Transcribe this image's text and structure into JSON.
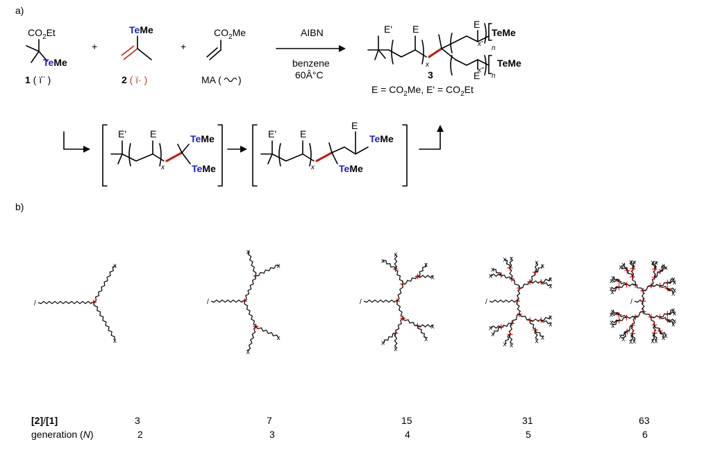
{
  "panels": {
    "a": "a)",
    "b": "b)"
  },
  "reagents": {
    "r1_top": "CO",
    "r1_top_sub": "2",
    "r1_top_end": "Et",
    "r1_te": "Te",
    "r1_me": "Me",
    "r1_num": "1",
    "r1_note": " ( ï¨ )",
    "r2_te": "Te",
    "r2_me": "Me",
    "r2_num": "2",
    "r2_note": " ( ï· )",
    "plus": "+",
    "ma_top": "CO",
    "ma_sub": "2",
    "ma_end": "Me",
    "ma_label": "MA (",
    "ma_label_end": ")"
  },
  "conditions": {
    "above": "AIBN",
    "below1": "benzene",
    "below2": "60Â°C"
  },
  "product": {
    "e_prime": "E'",
    "e": "E",
    "x": "x",
    "x1": "x'",
    "x2": "x\"",
    "n": "n",
    "te": "Te",
    "me": "Me",
    "num": "3",
    "definition_a": "E = CO",
    "definition_sub1": "2",
    "definition_b": "Me, E' = CO",
    "definition_sub2": "2",
    "definition_c": "Et"
  },
  "mechanism": {
    "e_prime": "E'",
    "e": "E",
    "x": "x",
    "te": "Te",
    "me": "Me"
  },
  "table": {
    "row1_label_a": "[2]",
    "row1_label_b": "/",
    "row1_label_c": "[1]",
    "row2_label_a": "generation (",
    "row2_label_b": "N",
    "row2_label_c": ")",
    "ratios": [
      "3",
      "7",
      "15",
      "31",
      "63"
    ],
    "generations": [
      "2",
      "3",
      "4",
      "5",
      "6"
    ]
  },
  "dendrimers": {
    "end_label": "x",
    "generations_drawn": [
      2,
      3,
      4,
      5,
      6
    ],
    "colors": {
      "branch_point": "#d11111",
      "chain": "#111111",
      "red_bond": "#c0201b",
      "tellurium": "#1f1fc8"
    }
  }
}
